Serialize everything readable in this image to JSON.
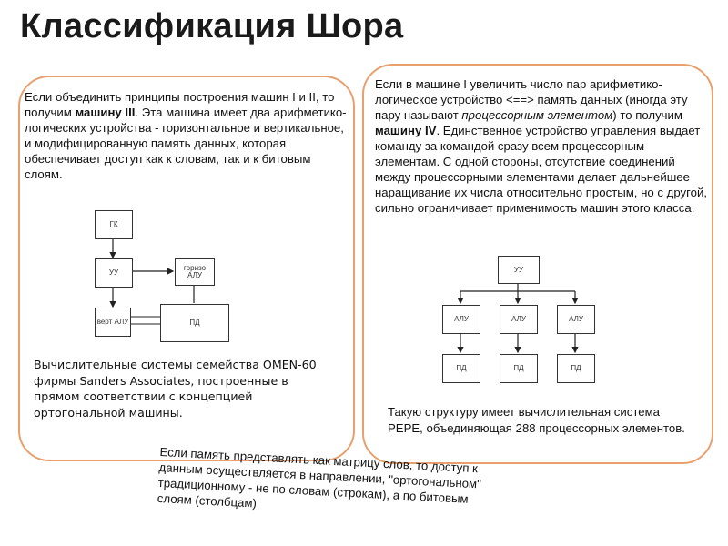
{
  "slide": {
    "title": "Классификация Шора"
  },
  "left_panel": {
    "text": [
      {
        "t": "Если объединить принципы построения машин I и II, то получим ",
        "s": "n"
      },
      {
        "t": "машину III",
        "s": "b"
      },
      {
        "t": ". Эта машина имеет два арифметико-логических устройства - горизонтальное и вертикальное, и модифицированную память данных, которая обеспечивает доступ как к словам, так и к битовым слоям.",
        "s": "n"
      }
    ],
    "diagram": {
      "gk": "ГК",
      "uu": "УУ",
      "horiz_alu": "горизо АЛУ",
      "vert_alu": "верт АЛУ",
      "pd": "ПД"
    },
    "caption": "Вычислительные системы семейства OMEN-60 фирмы Sanders Associates, построенные в прямом соответствии с концепцией ортогональной машины."
  },
  "right_panel": {
    "text": [
      {
        "t": "Если в машине I увеличить число пар арифметико-логическое устройство <==> память данных (иногда эту пару называют ",
        "s": "n"
      },
      {
        "t": "процессорным элементом",
        "s": "i"
      },
      {
        "t": ") то получим ",
        "s": "n"
      },
      {
        "t": "машину IV",
        "s": "b"
      },
      {
        "t": ". Единственное устройство управления выдает команду за командой сразу всем процессорным элементам. С одной стороны, отсутствие соединений между процессорными элементами делает дальнейшее наращивание их числа относительно простым, но с другой, сильно ограничивает применимость машин этого класса.",
        "s": "n"
      }
    ],
    "diagram": {
      "uu": "УУ",
      "alu": [
        "АЛУ",
        "АЛУ",
        "АЛУ"
      ],
      "pd": [
        "ПД",
        "ПД",
        "ПД"
      ]
    },
    "caption": "Такую структуру имеет вычислительная система PEPE, объединяющая 288 процессорных элементов."
  },
  "bottom_note": "Если память представлять как матрицу слов, то доступ к данным осуществляется в направлении, \"ортогональном\" традиционному - не по словам (строкам), а по битовым слоям (столбцам)"
}
